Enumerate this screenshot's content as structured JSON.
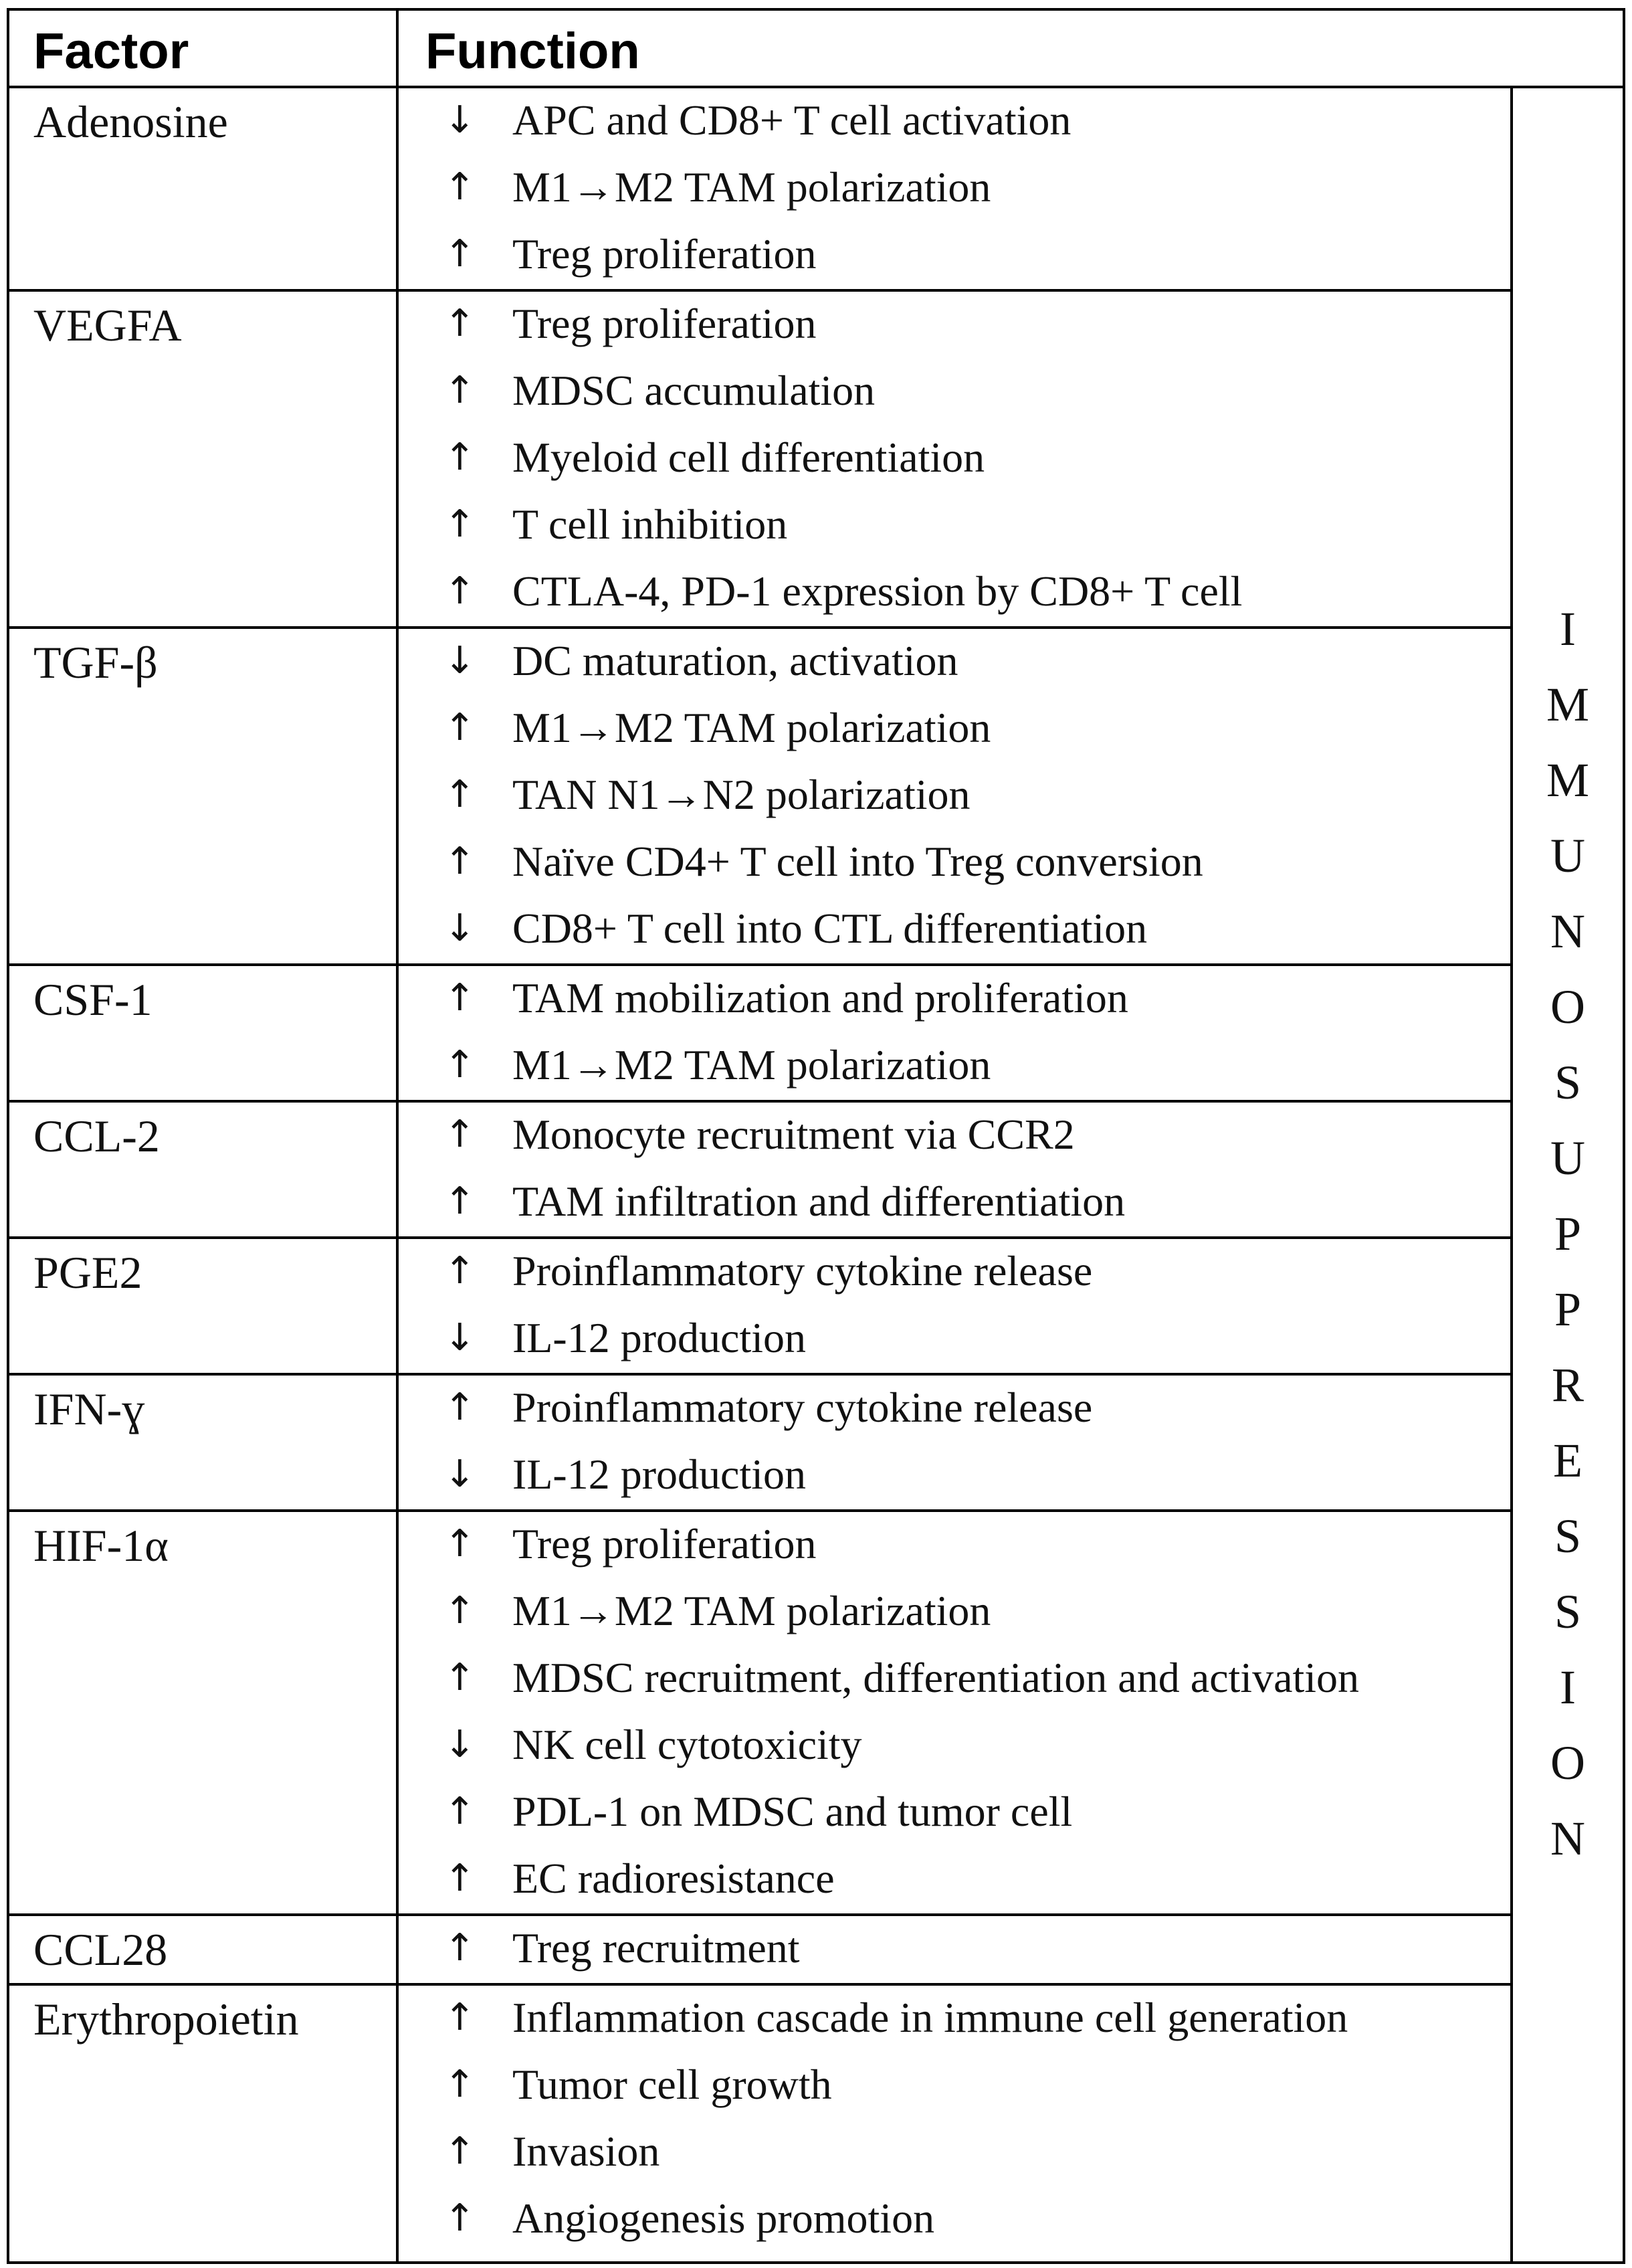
{
  "headers": {
    "factor": "Factor",
    "function": "Function"
  },
  "side_label": "IMMUNOSUPPRESSION",
  "groups": [
    {
      "factor": "Adenosine",
      "rows": [
        {
          "dir": "↓",
          "text": "APC and CD8+ T cell activation"
        },
        {
          "dir": "↑",
          "text": "M1→M2 TAM polarization"
        },
        {
          "dir": "↑",
          "text": "Treg proliferation"
        }
      ]
    },
    {
      "factor": "VEGFA",
      "rows": [
        {
          "dir": "↑",
          "text": "Treg proliferation"
        },
        {
          "dir": "↑",
          "text": "MDSC accumulation"
        },
        {
          "dir": "↑",
          "text": "Myeloid cell differentiation"
        },
        {
          "dir": "↑",
          "text": "T cell inhibition"
        },
        {
          "dir": "↑",
          "text": "CTLA-4, PD-1 expression by CD8+ T cell"
        }
      ]
    },
    {
      "factor": "TGF-β",
      "rows": [
        {
          "dir": "↓",
          "text": "DC maturation, activation"
        },
        {
          "dir": "↑",
          "text": "M1→M2 TAM polarization"
        },
        {
          "dir": "↑",
          "text": "TAN N1→N2 polarization"
        },
        {
          "dir": "↑",
          "text": "Naïve CD4+ T cell into Treg conversion"
        },
        {
          "dir": "↓",
          "text": "CD8+ T cell into CTL differentiation"
        }
      ]
    },
    {
      "factor": "CSF-1",
      "rows": [
        {
          "dir": "↑",
          "text": "TAM mobilization and proliferation"
        },
        {
          "dir": "↑",
          "text": "M1→M2 TAM polarization"
        }
      ]
    },
    {
      "factor": "CCL-2",
      "rows": [
        {
          "dir": "↑",
          "text": "Monocyte recruitment via CCR2"
        },
        {
          "dir": "↑",
          "text": "TAM infiltration and differentiation"
        }
      ]
    },
    {
      "factor": "PGE2",
      "rows": [
        {
          "dir": "↑",
          "text": "Proinflammatory cytokine release"
        },
        {
          "dir": "↓",
          "text": "IL-12 production"
        }
      ]
    },
    {
      "factor": "IFN-ɣ",
      "rows": [
        {
          "dir": "↑",
          "text": "Proinflammatory cytokine release"
        },
        {
          "dir": "↓",
          "text": "IL-12 production"
        }
      ]
    },
    {
      "factor": "HIF-1α",
      "rows": [
        {
          "dir": "↑",
          "text": "Treg proliferation"
        },
        {
          "dir": "↑",
          "text": "M1→M2 TAM polarization"
        },
        {
          "dir": "↑",
          "text": "MDSC recruitment, differentiation and activation"
        },
        {
          "dir": "↓",
          "text": "NK cell cytotoxicity"
        },
        {
          "dir": "↑",
          "text": "PDL-1 on MDSC and tumor cell"
        },
        {
          "dir": "↑",
          "text": "EC radioresistance"
        }
      ]
    },
    {
      "factor": "CCL28",
      "rows": [
        {
          "dir": "↑",
          "text": "Treg recruitment"
        }
      ]
    },
    {
      "factor": "Erythropoietin",
      "rows": [
        {
          "dir": "↑",
          "text": "Inflammation cascade in immune cell generation"
        },
        {
          "dir": "↑",
          "text": "Tumor cell growth"
        },
        {
          "dir": "↑",
          "text": "Invasion"
        },
        {
          "dir": "↑",
          "text": "Angiogenesis promotion"
        }
      ]
    }
  ]
}
